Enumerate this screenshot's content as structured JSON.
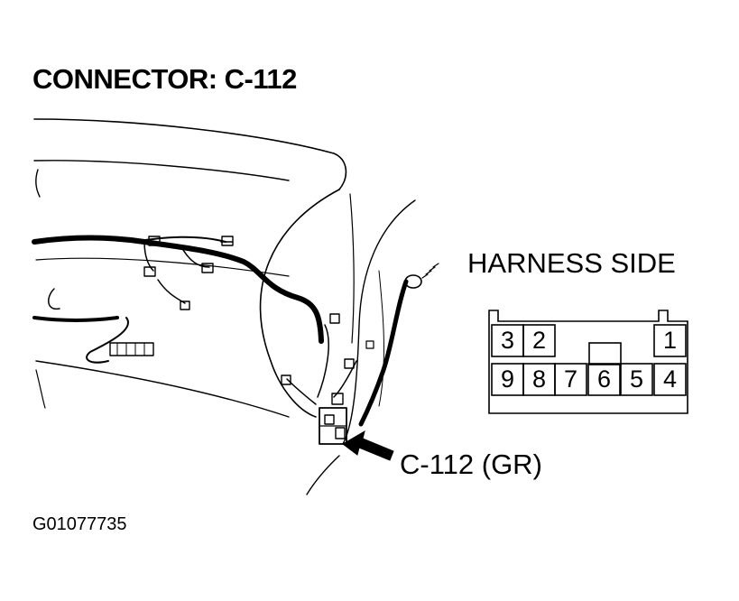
{
  "title": "CONNECTOR: C-112",
  "harness_label": "HARNESS SIDE",
  "callout_label": "C-112 (GR)",
  "figure_id": "G01077735",
  "connector": {
    "top_row": [
      "3",
      "2",
      "1"
    ],
    "bottom_row": [
      "9",
      "8",
      "7",
      "6",
      "5",
      "4"
    ]
  }
}
